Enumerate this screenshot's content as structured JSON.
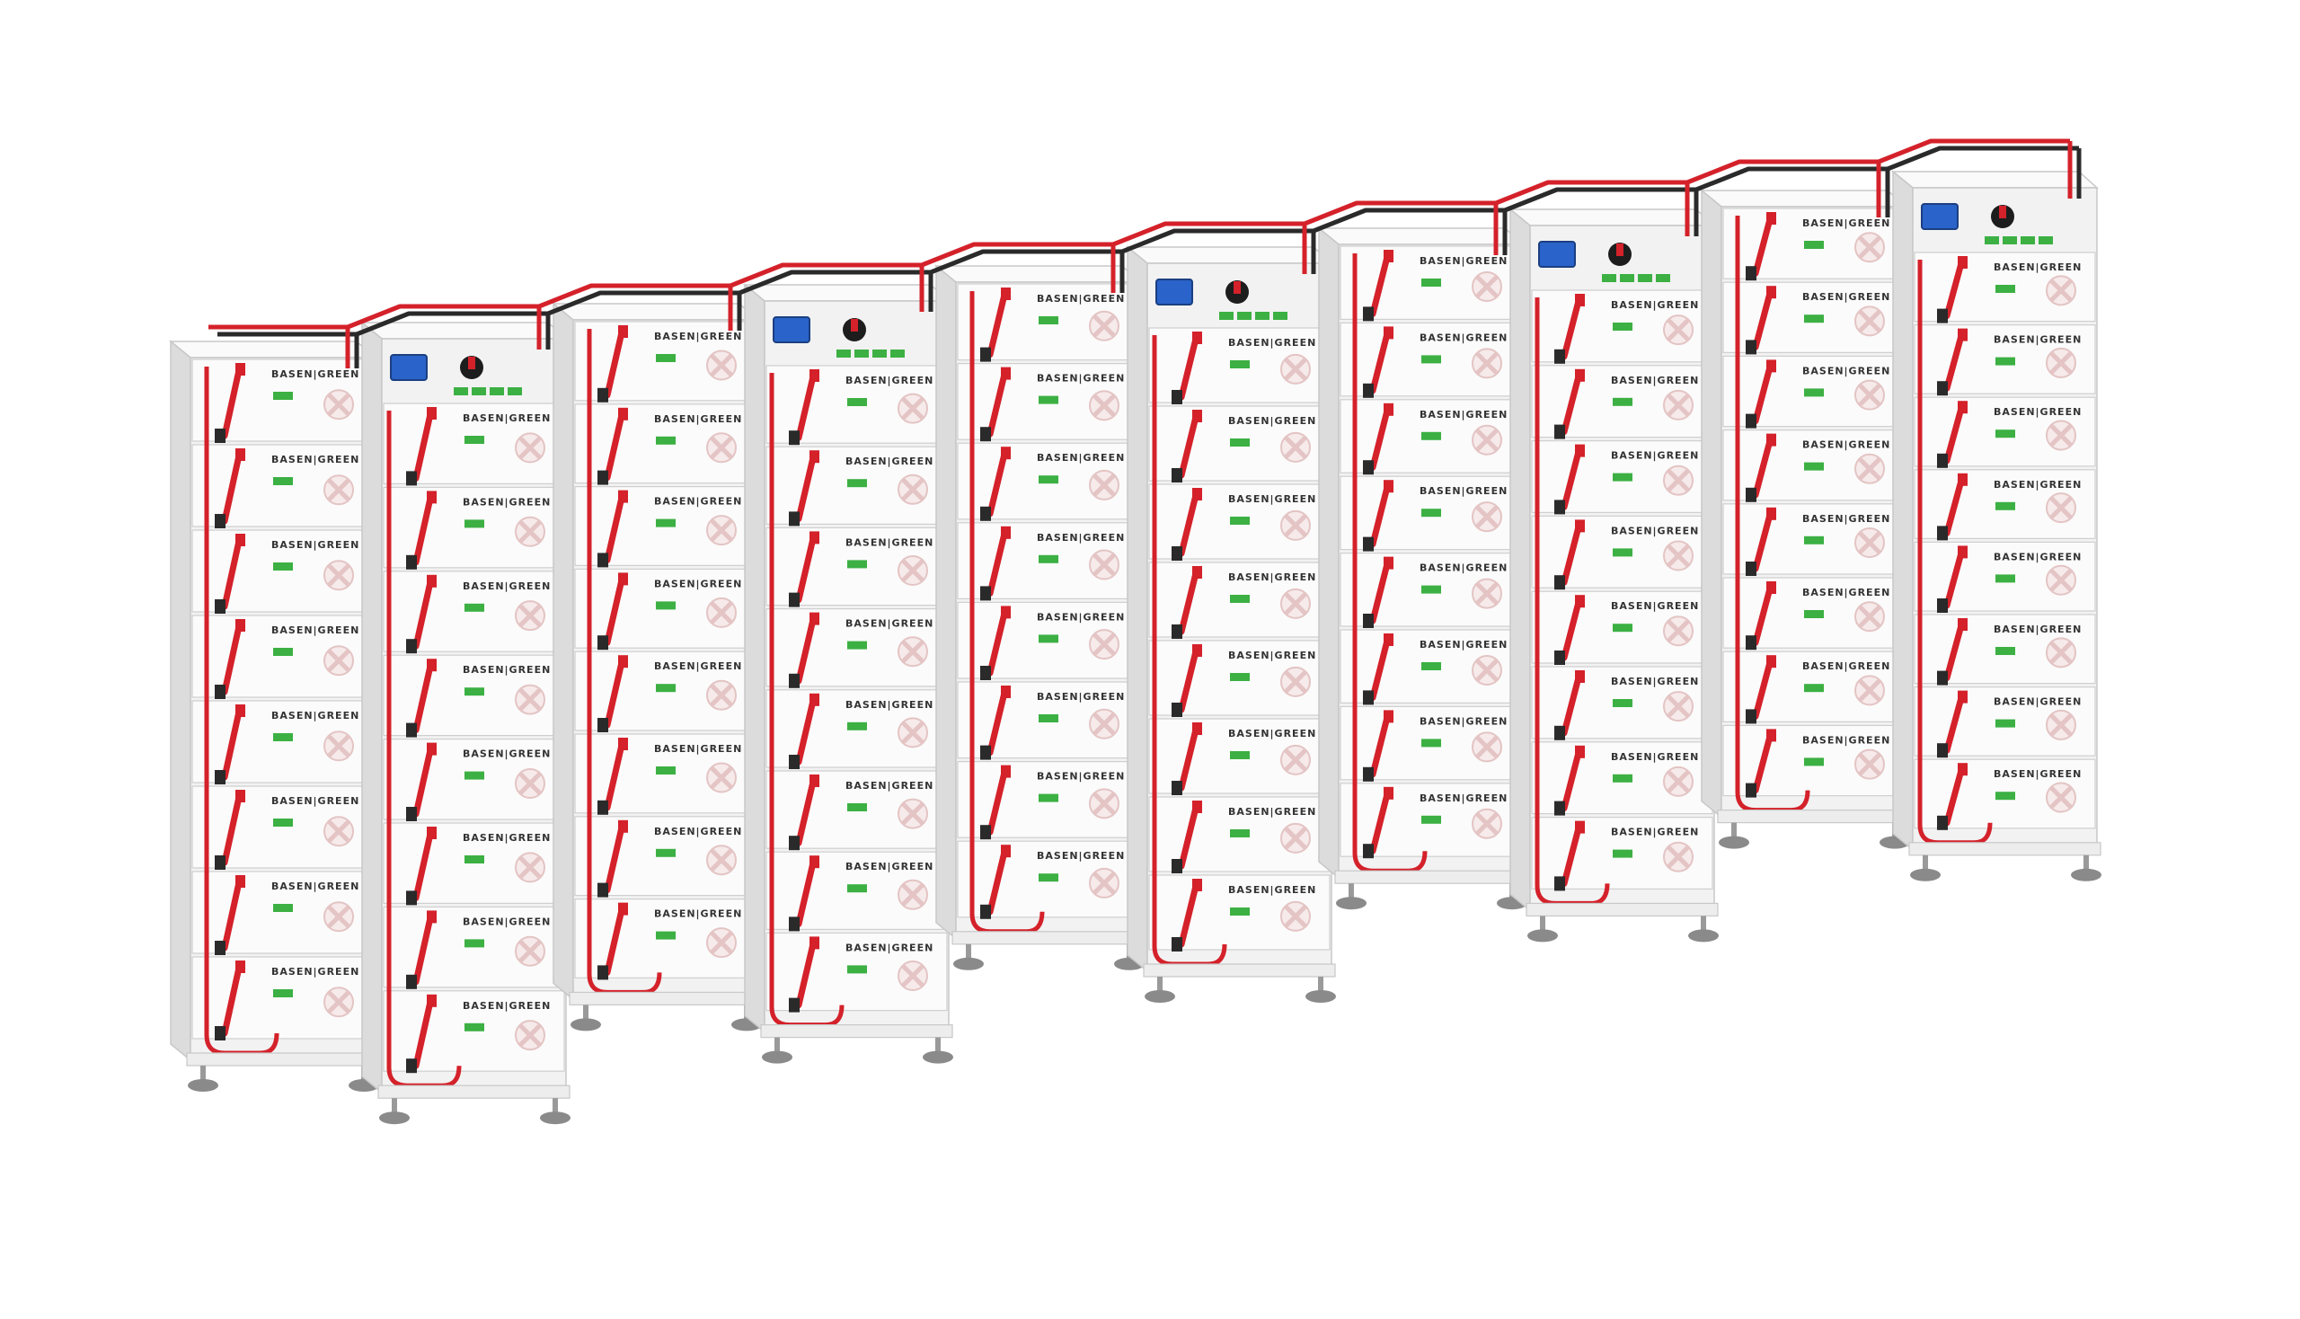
{
  "image": {
    "background_color": "#ffffff"
  },
  "product": {
    "brand_label": "BASEN|GREEN",
    "cabinet_count": 10,
    "modules_per_cabinet": 8,
    "controller_cabinets": [
      1,
      3,
      5,
      7,
      9
    ],
    "description_hidden": ""
  },
  "colors": {
    "cabinet_body": "#f2f2f2",
    "cabinet_edge": "#c8c8c8",
    "cabinet_shadow": "#dcdcdc",
    "cable_red": "#d4212a",
    "cable_black": "#2a2a2a",
    "display_blue": "#2a63c9",
    "terminal_green": "#3cb043",
    "foot_gray": "#8a8a8a",
    "fan_pink": "#e4c4c4"
  }
}
